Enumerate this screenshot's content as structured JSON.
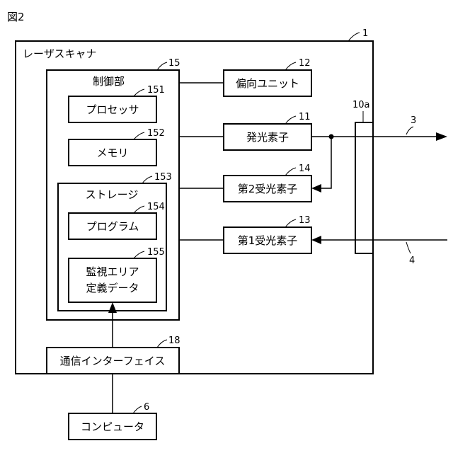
{
  "figure_label": "図2",
  "scanner": {
    "title": "レーザスキャナ",
    "ref": "1"
  },
  "controller": {
    "title": "制御部",
    "ref": "15"
  },
  "processor": {
    "label": "プロセッサ",
    "ref": "151"
  },
  "memory": {
    "label": "メモリ",
    "ref": "152"
  },
  "storage": {
    "title": "ストレージ",
    "ref": "153"
  },
  "program": {
    "label": "プログラム",
    "ref": "154"
  },
  "monitor_data": {
    "line1": "監視エリア",
    "line2": "定義データ",
    "ref": "155"
  },
  "deflection": {
    "label": "偏向ユニット",
    "ref": "12"
  },
  "emitter": {
    "label": "発光素子",
    "ref": "11"
  },
  "receiver2": {
    "label": "第2受光素子",
    "ref": "14"
  },
  "receiver1": {
    "label": "第1受光素子",
    "ref": "13"
  },
  "window": {
    "ref": "10a"
  },
  "outgoing_beam": {
    "ref": "3"
  },
  "incoming_beam": {
    "ref": "4"
  },
  "comm_interface": {
    "label": "通信インターフェイス",
    "ref": "18"
  },
  "computer": {
    "label": "コンピュータ",
    "ref": "6"
  }
}
